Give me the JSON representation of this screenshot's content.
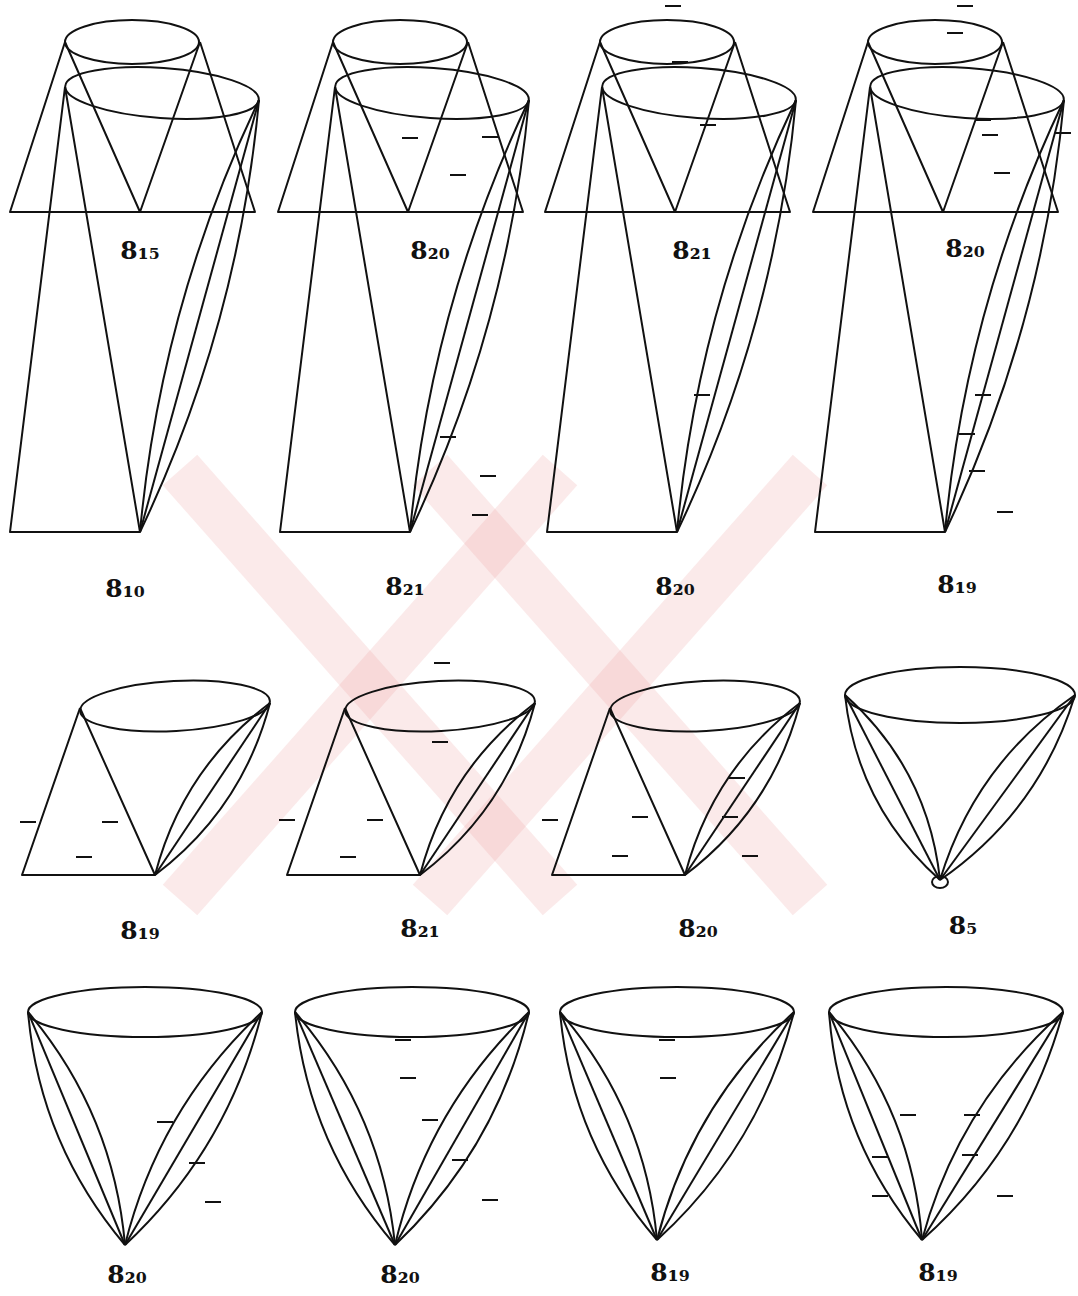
{
  "diagram": {
    "labels": [
      "8₁₅",
      "8₂₀",
      "8₂₁",
      "8₂₀",
      "8₁₀",
      "8₂₁",
      "8₂₀",
      "8₁₉",
      "8₁₉",
      "8₂₁",
      "8₂₀",
      "8₅",
      "8₂₀",
      "8₂₀",
      "8₁₉",
      "8₁₉"
    ]
  }
}
